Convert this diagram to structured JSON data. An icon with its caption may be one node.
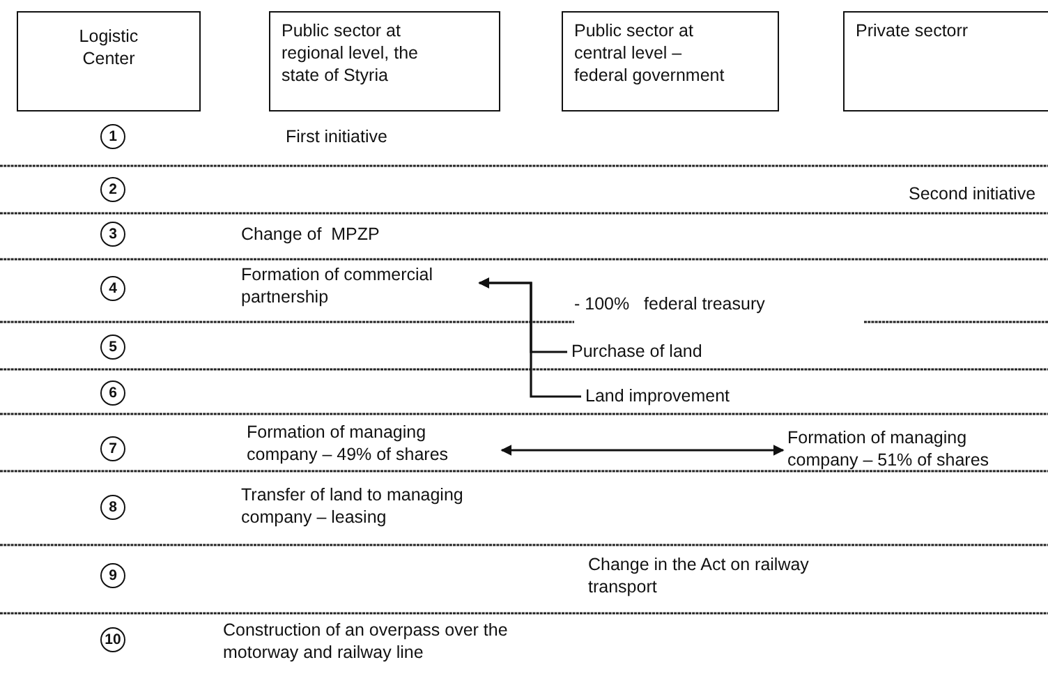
{
  "diagram": {
    "nodes": [
      {
        "text": [
          "Logistic Center"
        ]
      },
      {
        "text": [
          "Public sector at regional level, the state of Styria"
        ]
      },
      {
        "text": [
          "Public sector at central level – federal government"
        ]
      },
      {
        "text": [
          "Private sectorr"
        ]
      },
      {
        "text": [
          "Formation of commercial partnership"
        ]
      },
      {
        "text": [
          "Purchase of land"
        ]
      },
      {
        "text": [
          "Land improvement"
        ]
      },
      {
        "text": [
          "Formation of managing company – 49% of shares"
        ]
      },
      {
        "text": [
          "Formation of managing company – 51% of shares"
        ]
      }
    ],
    "edges": [
      {
        "from": 5,
        "to": 4,
        "arrow": "to"
      },
      {
        "from": 6,
        "to": 4,
        "arrow": "to"
      },
      {
        "from": 7,
        "to": 8,
        "arrow": "both"
      }
    ],
    "labels": [
      "1",
      "First initiative",
      "2",
      "Second initiative",
      "3",
      "Change of  MPZP",
      "4",
      "- 100%   federal treasury",
      "5",
      "6",
      "7",
      "8",
      "Transfer of land to managing company – leasing",
      "9",
      "Change in the Act on railway transport",
      "10",
      "Construction of an overpass over the motorway and railway line"
    ]
  }
}
